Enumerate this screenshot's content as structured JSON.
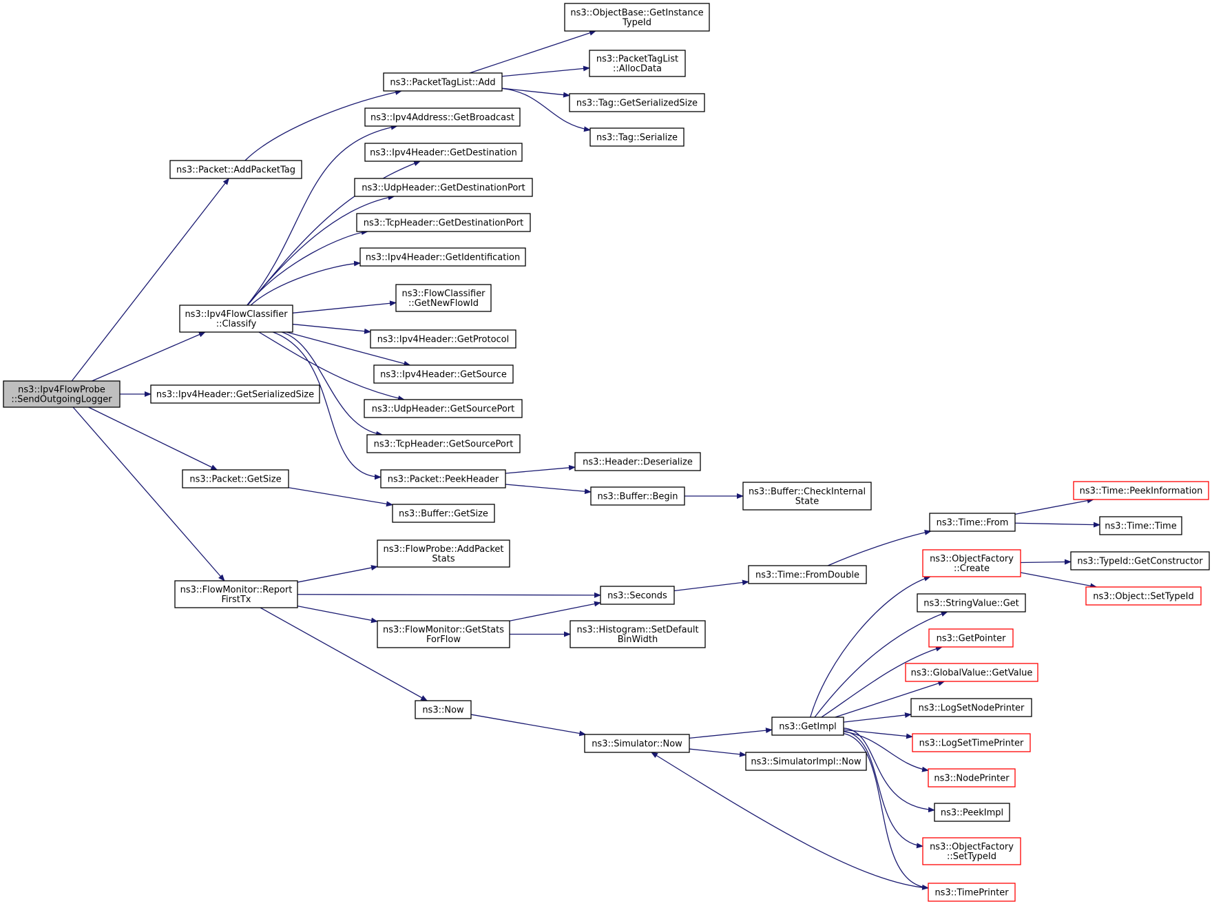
{
  "colors": {
    "edge": "#191970",
    "root_fill": "#bfbfbf",
    "node_border": "#000000",
    "truncated_border": "#ff0000"
  },
  "nodes": {
    "root": {
      "lines": [
        "ns3::Ipv4FlowProbe",
        "::SendOutgoingLogger"
      ]
    },
    "addPacketTag": {
      "lines": [
        "ns3::Packet::AddPacketTag"
      ]
    },
    "classify": {
      "lines": [
        "ns3::Ipv4FlowClassifier",
        "::Classify"
      ]
    },
    "getSerializedSize": {
      "lines": [
        "ns3::Ipv4Header::GetSerializedSize"
      ]
    },
    "packetGetSize": {
      "lines": [
        "ns3::Packet::GetSize"
      ]
    },
    "reportFirstTx": {
      "lines": [
        "ns3::FlowMonitor::Report",
        "FirstTx"
      ]
    },
    "tagListAdd": {
      "lines": [
        "ns3::PacketTagList::Add"
      ]
    },
    "getInstanceTypeId": {
      "lines": [
        "ns3::ObjectBase::GetInstance",
        "TypeId"
      ]
    },
    "allocData": {
      "lines": [
        "ns3::PacketTagList",
        "::AllocData"
      ]
    },
    "tagGetSerializedSize": {
      "lines": [
        "ns3::Tag::GetSerializedSize"
      ]
    },
    "tagSerialize": {
      "lines": [
        "ns3::Tag::Serialize"
      ]
    },
    "getBroadcast": {
      "lines": [
        "ns3::Ipv4Address::GetBroadcast"
      ]
    },
    "getDestination": {
      "lines": [
        "ns3::Ipv4Header::GetDestination"
      ]
    },
    "udpDestPort": {
      "lines": [
        "ns3::UdpHeader::GetDestinationPort"
      ]
    },
    "tcpDestPort": {
      "lines": [
        "ns3::TcpHeader::GetDestinationPort"
      ]
    },
    "getIdentification": {
      "lines": [
        "ns3::Ipv4Header::GetIdentification"
      ]
    },
    "getNewFlowId": {
      "lines": [
        "ns3::FlowClassifier",
        "::GetNewFlowId"
      ]
    },
    "getProtocol": {
      "lines": [
        "ns3::Ipv4Header::GetProtocol"
      ]
    },
    "getSource": {
      "lines": [
        "ns3::Ipv4Header::GetSource"
      ]
    },
    "udpSourcePort": {
      "lines": [
        "ns3::UdpHeader::GetSourcePort"
      ]
    },
    "tcpSourcePort": {
      "lines": [
        "ns3::TcpHeader::GetSourcePort"
      ]
    },
    "peekHeader": {
      "lines": [
        "ns3::Packet::PeekHeader"
      ]
    },
    "deserialize": {
      "lines": [
        "ns3::Header::Deserialize"
      ]
    },
    "bufferBegin": {
      "lines": [
        "ns3::Buffer::Begin"
      ]
    },
    "checkInternal": {
      "lines": [
        "ns3::Buffer::CheckInternal",
        "State"
      ]
    },
    "bufferGetSize": {
      "lines": [
        "ns3::Buffer::GetSize"
      ]
    },
    "addPacketStats": {
      "lines": [
        "ns3::FlowProbe::AddPacket",
        "Stats"
      ]
    },
    "seconds": {
      "lines": [
        "ns3::Seconds"
      ]
    },
    "getStatsForFlow": {
      "lines": [
        "ns3::FlowMonitor::GetStats",
        "ForFlow"
      ]
    },
    "setDefaultBinWidth": {
      "lines": [
        "ns3::Histogram::SetDefault",
        "BinWidth"
      ]
    },
    "now": {
      "lines": [
        "ns3::Now"
      ]
    },
    "fromDouble": {
      "lines": [
        "ns3::Time::FromDouble"
      ]
    },
    "timeFrom": {
      "lines": [
        "ns3::Time::From"
      ]
    },
    "peekInformation": {
      "lines": [
        "ns3::Time::PeekInformation"
      ]
    },
    "timeTime": {
      "lines": [
        "ns3::Time::Time"
      ]
    },
    "simulatorNow": {
      "lines": [
        "ns3::Simulator::Now"
      ]
    },
    "getImpl": {
      "lines": [
        "ns3::GetImpl"
      ]
    },
    "simulatorImplNow": {
      "lines": [
        "ns3::SimulatorImpl::Now"
      ]
    },
    "objectFactoryCreate": {
      "lines": [
        "ns3::ObjectFactory",
        "::Create"
      ]
    },
    "getConstructor": {
      "lines": [
        "ns3::TypeId::GetConstructor"
      ]
    },
    "setTypeId": {
      "lines": [
        "ns3::Object::SetTypeId"
      ]
    },
    "stringValueGet": {
      "lines": [
        "ns3::StringValue::Get"
      ]
    },
    "getPointer": {
      "lines": [
        "ns3::GetPointer"
      ]
    },
    "globalGetValue": {
      "lines": [
        "ns3::GlobalValue::GetValue"
      ]
    },
    "logSetNodePrinter": {
      "lines": [
        "ns3::LogSetNodePrinter"
      ]
    },
    "logSetTimePrinter": {
      "lines": [
        "ns3::LogSetTimePrinter"
      ]
    },
    "nodePrinter": {
      "lines": [
        "ns3::NodePrinter"
      ]
    },
    "peekImpl": {
      "lines": [
        "ns3::PeekImpl"
      ]
    },
    "factorySetTypeId": {
      "lines": [
        "ns3::ObjectFactory",
        "::SetTypeId"
      ]
    },
    "timePrinter": {
      "lines": [
        "ns3::TimePrinter"
      ]
    }
  }
}
